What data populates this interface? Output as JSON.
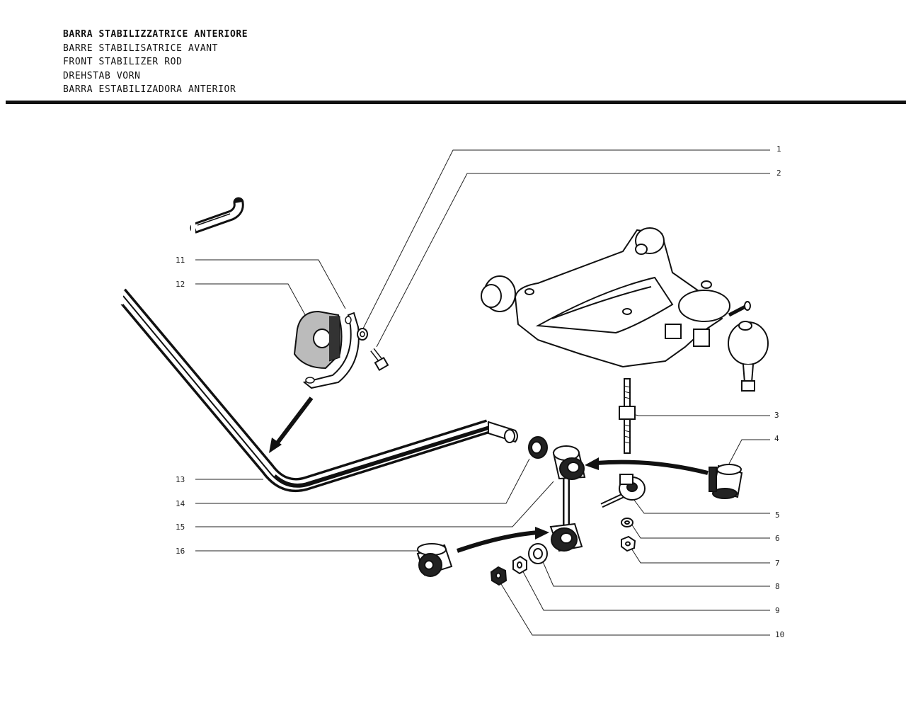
{
  "header": {
    "titles": [
      "BARRA STABILIZZATRICE ANTERIORE",
      "BARRE STABILISATRICE AVANT",
      "FRONT STABILIZER ROD",
      "DREHSTAB VORN",
      "BARRA ESTABILIZADORA ANTERIOR"
    ]
  },
  "callouts": [
    "1",
    "2",
    "3",
    "4",
    "5",
    "6",
    "7",
    "8",
    "9",
    "10",
    "11",
    "12",
    "13",
    "14",
    "15",
    "16"
  ]
}
